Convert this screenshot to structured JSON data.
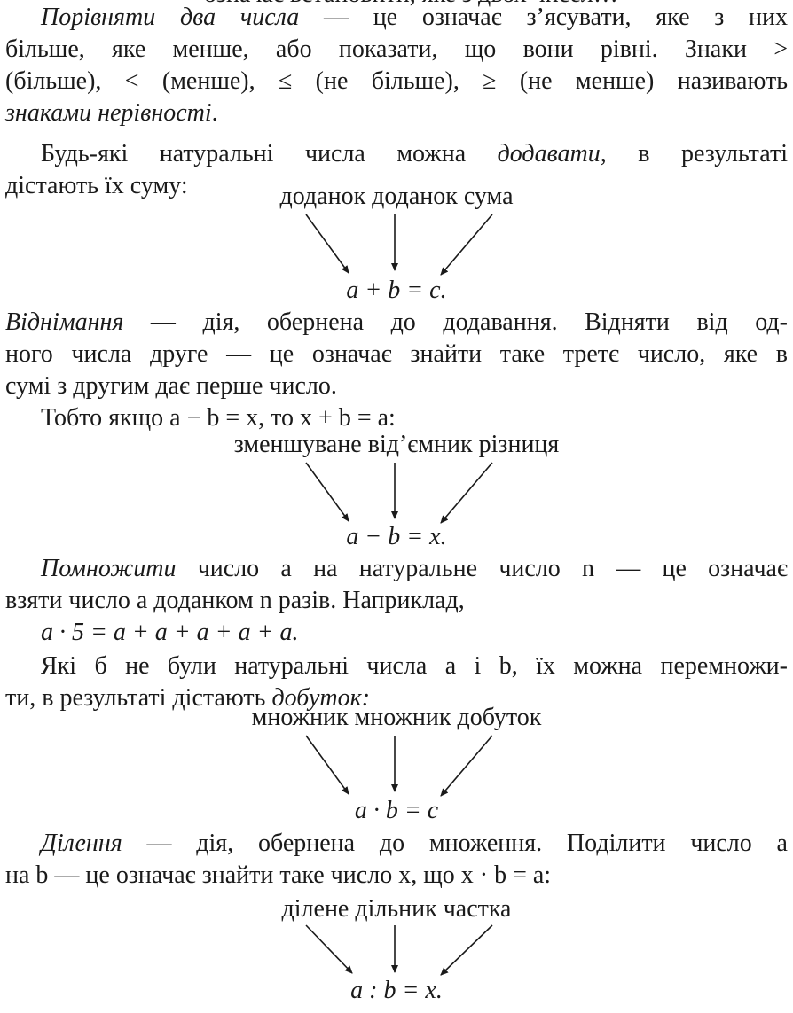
{
  "top_partial_line": "означає встановити, яке з двох чисел…",
  "paragraphs": {
    "compare": {
      "term": "Порівняти два числа",
      "line1_rest": " — це означає з’ясувати, яке з них",
      "line2": "більше, яке менше, або показати, що вони рівні. Знаки >",
      "line3": "(більше), < (менше), ≤ (не більше), ≥ (не менше) називають",
      "line4_term": "знаками нерівності",
      "line4_end": "."
    },
    "add": {
      "line1_start": "Будь-які натуральні числа можна ",
      "line1_term": "додавати",
      "line1_end": ", в результаті",
      "line2": "дістають їх суму:"
    },
    "sub": {
      "term": "Віднімання",
      "line1_rest": " — дія, обернена до додавання. Відняти від од-",
      "line2": "ного числа друге — це означає знайти таке третє число, яке в",
      "line3": "сумі з другим дає перше число.",
      "line4": "Тобто якщо a − b = x, то x + b = a:"
    },
    "mul": {
      "term": "Помножити",
      "line1_rest": " число a на натуральне число n — це означає",
      "line2": "взяти число a доданком n разів. Наприклад,",
      "example": "a · 5 = a + a + a + a + a."
    },
    "mul2": {
      "line1": "Які б не були натуральні числа a і b, їх можна перемножи-",
      "line2_start": "ти, в результаті дістають ",
      "line2_term": "добуток:"
    },
    "div": {
      "term": "Ділення",
      "line1_rest": " — дія, обернена до множення. Поділити число a",
      "line2": "на b — це означає знайти таке число x, що x · b = a:"
    }
  },
  "diagrams": {
    "addition": {
      "labels": "доданок доданок сума",
      "formula": "a + b = c."
    },
    "subtraction": {
      "labels": "зменшуване від’ємник різниця",
      "formula": "a − b = x."
    },
    "multiplication": {
      "labels": "множник множник добуток",
      "formula": "a · b = c"
    },
    "division": {
      "labels": "ділене дільник частка",
      "formula": "a : b = x."
    }
  }
}
